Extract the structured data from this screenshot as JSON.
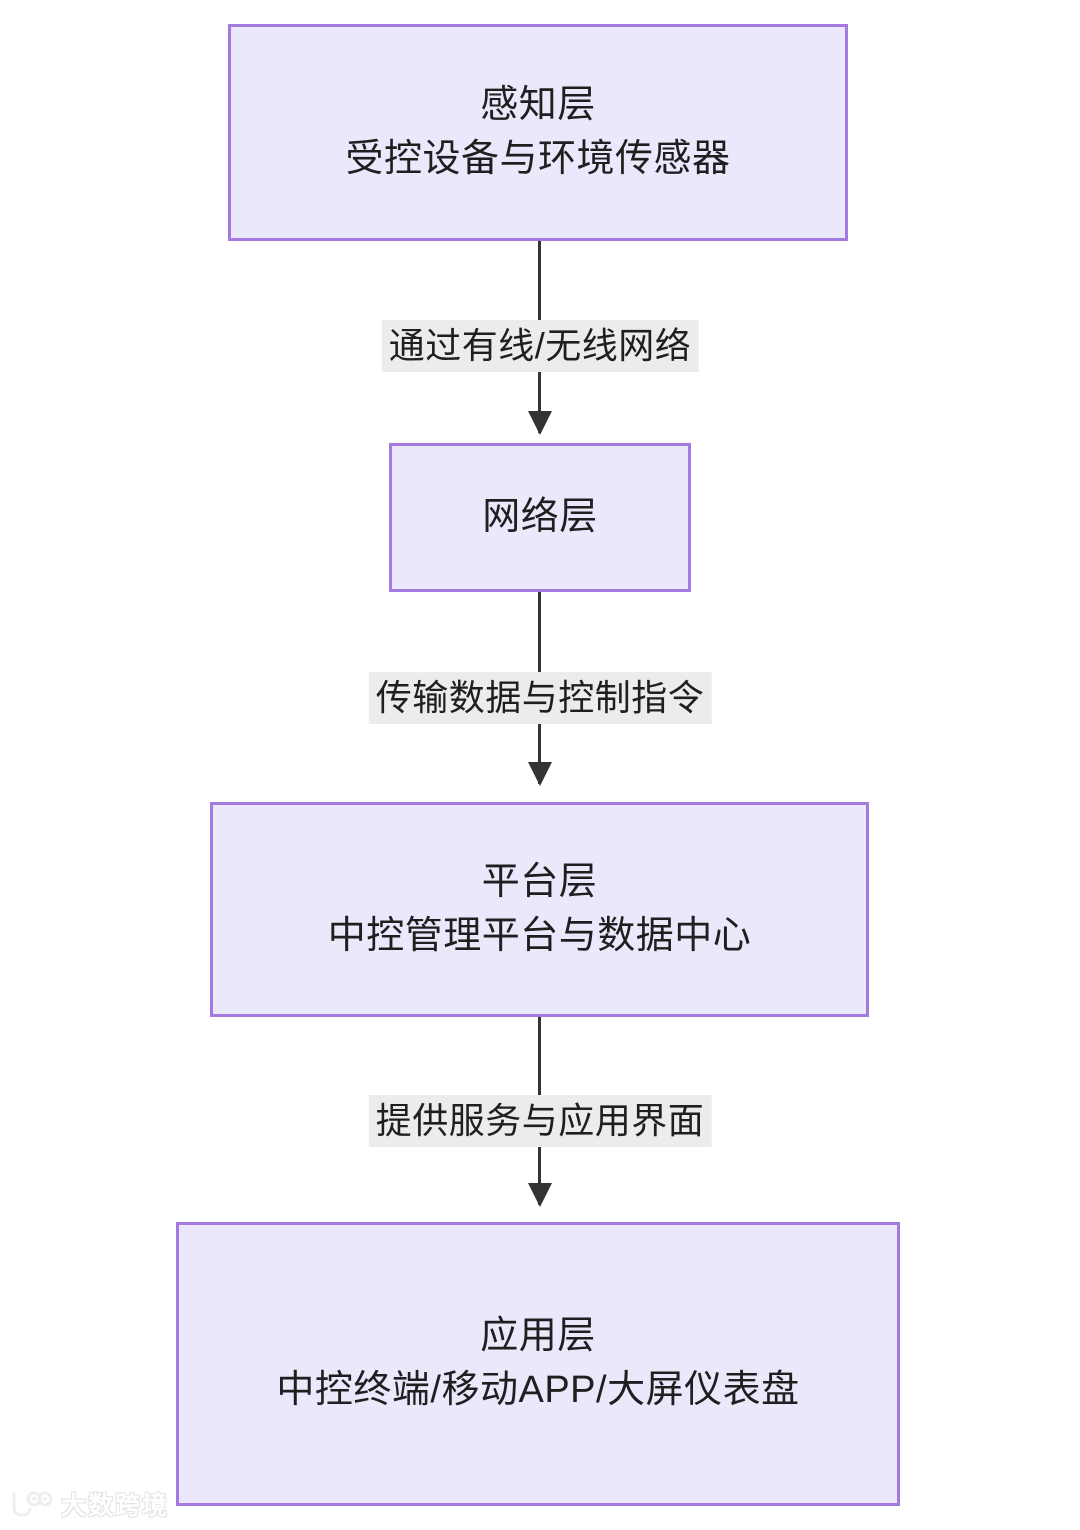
{
  "diagram": {
    "type": "flowchart",
    "direction": "top-to-bottom",
    "theme": {
      "node_fill": "#ebe8fc",
      "node_border": "#a27ae0",
      "node_text": "#1f1f1f",
      "edge_color": "#333333",
      "edge_label_background": "#ececec",
      "canvas_background": "#ffffff"
    },
    "nodes": [
      {
        "id": "perception",
        "title": "感知层",
        "subtitle": "受控设备与环境传感器"
      },
      {
        "id": "network",
        "title": "网络层",
        "subtitle": ""
      },
      {
        "id": "platform",
        "title": "平台层",
        "subtitle": "中控管理平台与数据中心"
      },
      {
        "id": "application",
        "title": "应用层",
        "subtitle": "中控终端/移动APP/大屏仪表盘"
      }
    ],
    "edges": [
      {
        "id": "edge-1",
        "from": "perception",
        "to": "network",
        "label": "通过有线/无线网络"
      },
      {
        "id": "edge-2",
        "from": "network",
        "to": "platform",
        "label": "传输数据与控制指令"
      },
      {
        "id": "edge-3",
        "from": "platform",
        "to": "application",
        "label": "提供服务与应用界面"
      }
    ]
  },
  "watermark": {
    "text": "大数跨境"
  }
}
